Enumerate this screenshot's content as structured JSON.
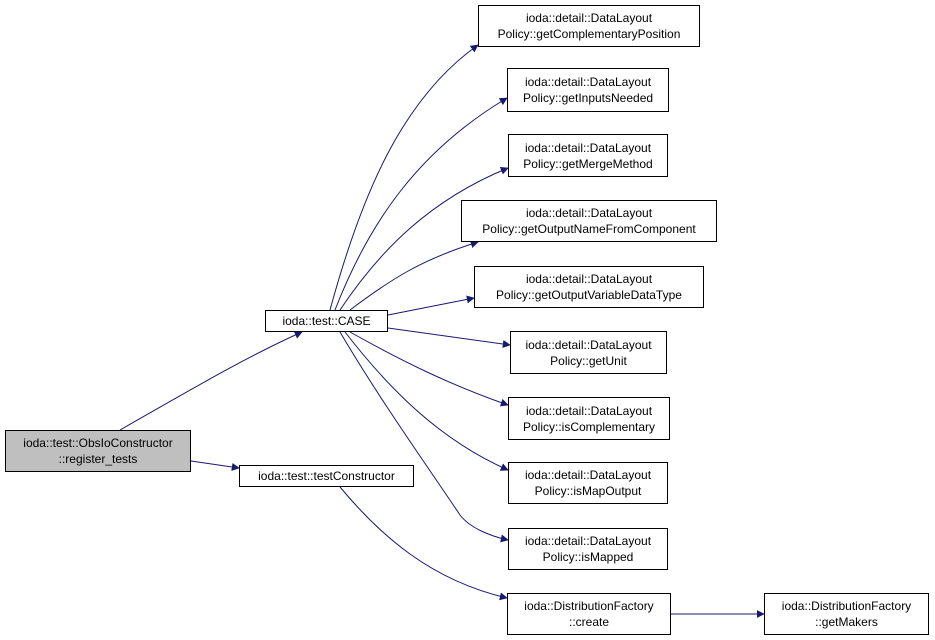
{
  "colors": {
    "edge": "#191970",
    "node_border": "#000000",
    "node_fill": "#ffffff",
    "root_fill": "#bfbfbf"
  },
  "nodes": {
    "register_tests": {
      "line1": "ioda::test::ObsIoConstructor",
      "line2": "::register_tests"
    },
    "case": {
      "line1": "ioda::test::CASE",
      "line2": ""
    },
    "test_constructor": {
      "line1": "ioda::test::testConstructor",
      "line2": ""
    },
    "get_complementary_position": {
      "line1": "ioda::detail::DataLayout",
      "line2": "Policy::getComplementaryPosition"
    },
    "get_inputs_needed": {
      "line1": "ioda::detail::DataLayout",
      "line2": "Policy::getInputsNeeded"
    },
    "get_merge_method": {
      "line1": "ioda::detail::DataLayout",
      "line2": "Policy::getMergeMethod"
    },
    "get_output_name_from_component": {
      "line1": "ioda::detail::DataLayout",
      "line2": "Policy::getOutputNameFromComponent"
    },
    "get_output_variable_data_type": {
      "line1": "ioda::detail::DataLayout",
      "line2": "Policy::getOutputVariableDataType"
    },
    "get_unit": {
      "line1": "ioda::detail::DataLayout",
      "line2": "Policy::getUnit"
    },
    "is_complementary": {
      "line1": "ioda::detail::DataLayout",
      "line2": "Policy::isComplementary"
    },
    "is_map_output": {
      "line1": "ioda::detail::DataLayout",
      "line2": "Policy::isMapOutput"
    },
    "is_mapped": {
      "line1": "ioda::detail::DataLayout",
      "line2": "Policy::isMapped"
    },
    "create": {
      "line1": "ioda::DistributionFactory",
      "line2": "::create"
    },
    "get_makers": {
      "line1": "ioda::DistributionFactory",
      "line2": "::getMakers"
    }
  },
  "edges": [
    {
      "from": "register_tests",
      "to": "case"
    },
    {
      "from": "register_tests",
      "to": "test_constructor"
    },
    {
      "from": "case",
      "to": "get_complementary_position"
    },
    {
      "from": "case",
      "to": "get_inputs_needed"
    },
    {
      "from": "case",
      "to": "get_merge_method"
    },
    {
      "from": "case",
      "to": "get_output_name_from_component"
    },
    {
      "from": "case",
      "to": "get_output_variable_data_type"
    },
    {
      "from": "case",
      "to": "get_unit"
    },
    {
      "from": "case",
      "to": "is_complementary"
    },
    {
      "from": "case",
      "to": "is_map_output"
    },
    {
      "from": "case",
      "to": "is_mapped"
    },
    {
      "from": "test_constructor",
      "to": "create"
    },
    {
      "from": "create",
      "to": "get_makers"
    }
  ]
}
